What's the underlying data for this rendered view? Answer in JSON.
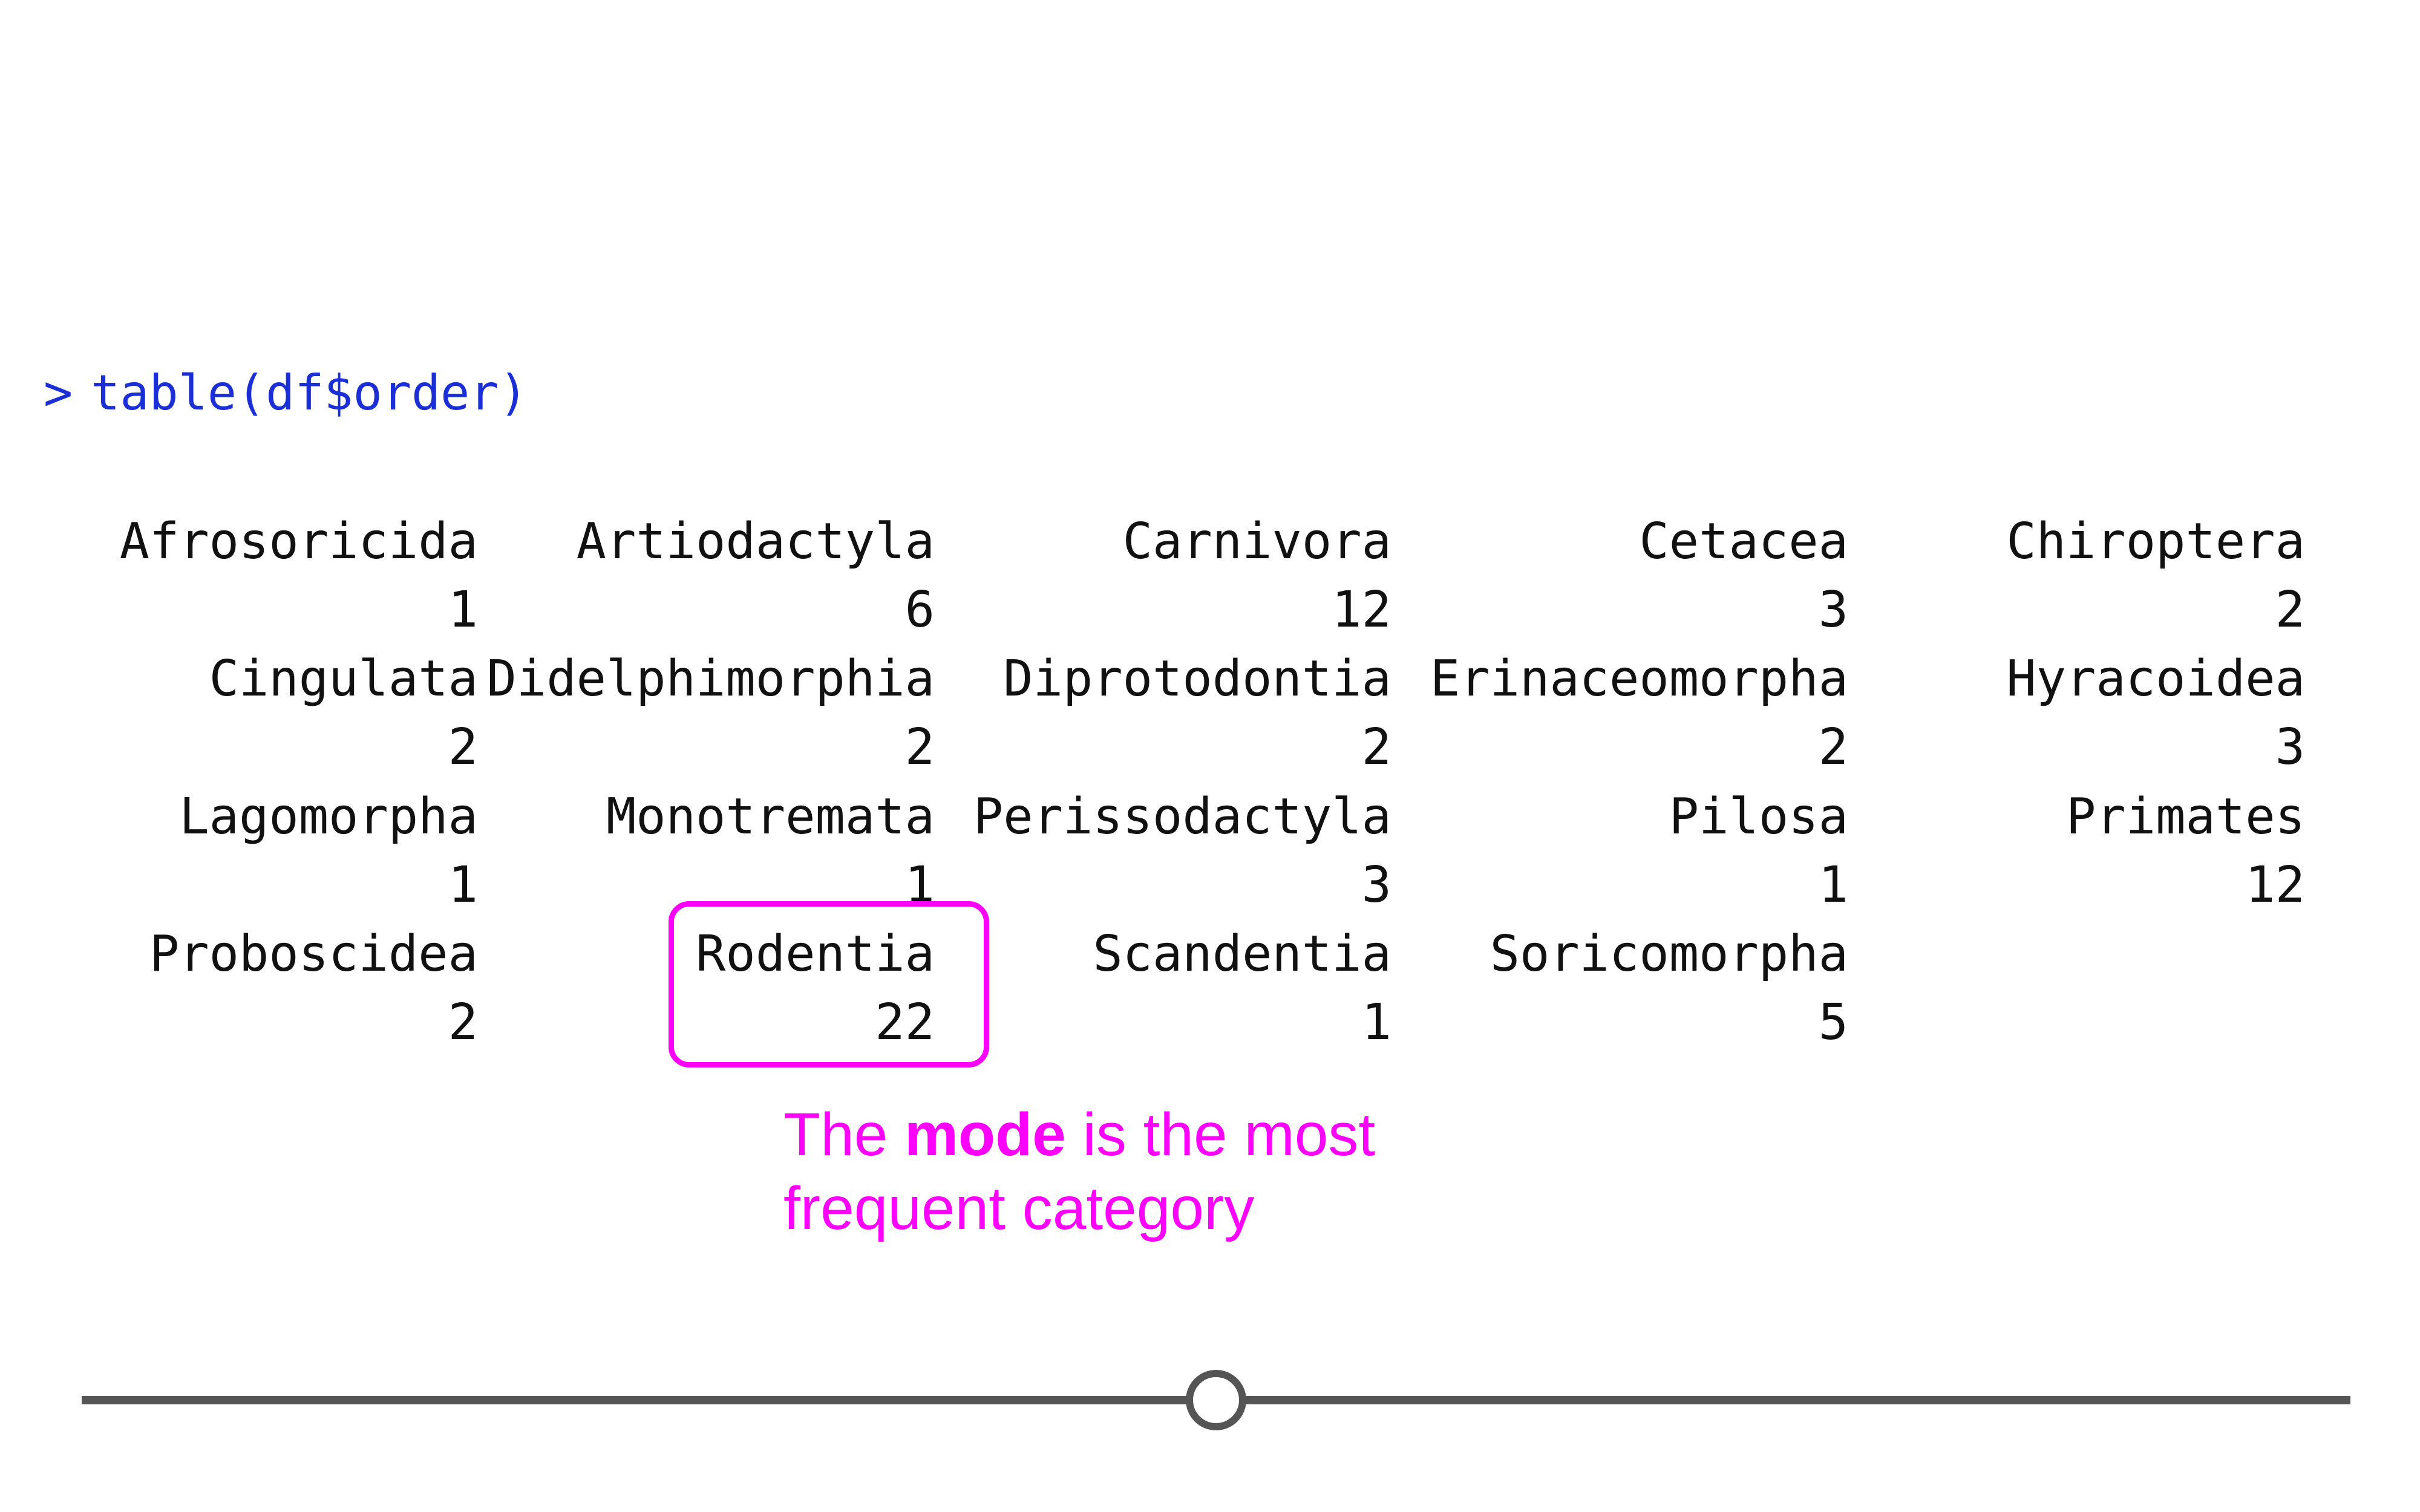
{
  "console": {
    "prompt_symbol": ">",
    "command": "table(df$order)"
  },
  "table": {
    "rows": [
      {
        "names": [
          "Afrosoricida",
          "Artiodactyla",
          "Carnivora",
          "Cetacea",
          "Chiroptera"
        ],
        "counts": [
          "1",
          "6",
          "12",
          "3",
          "2"
        ]
      },
      {
        "names": [
          "Cingulata",
          "Didelphimorphia",
          "Diprotodontia",
          "Erinaceomorpha",
          "Hyracoidea"
        ],
        "counts": [
          "2",
          "2",
          "2",
          "2",
          "3"
        ]
      },
      {
        "names": [
          "Lagomorpha",
          "Monotremata",
          "Perissodactyla",
          "Pilosa",
          "Primates"
        ],
        "counts": [
          "1",
          "1",
          "3",
          "1",
          "12"
        ]
      },
      {
        "names": [
          "Proboscidea",
          "Rodentia",
          "Scandentia",
          "Soricomorpha"
        ],
        "counts": [
          "2",
          "22",
          "1",
          "5"
        ]
      }
    ]
  },
  "annotation": {
    "prefix": "The",
    "bold": "mode",
    "suffix": "is the most",
    "line2": "frequent category"
  },
  "colors": {
    "prompt": "#1a2fd6",
    "highlight": "#ff00ff",
    "slider": "#555555"
  },
  "slider": {
    "position_fraction": 0.5
  }
}
